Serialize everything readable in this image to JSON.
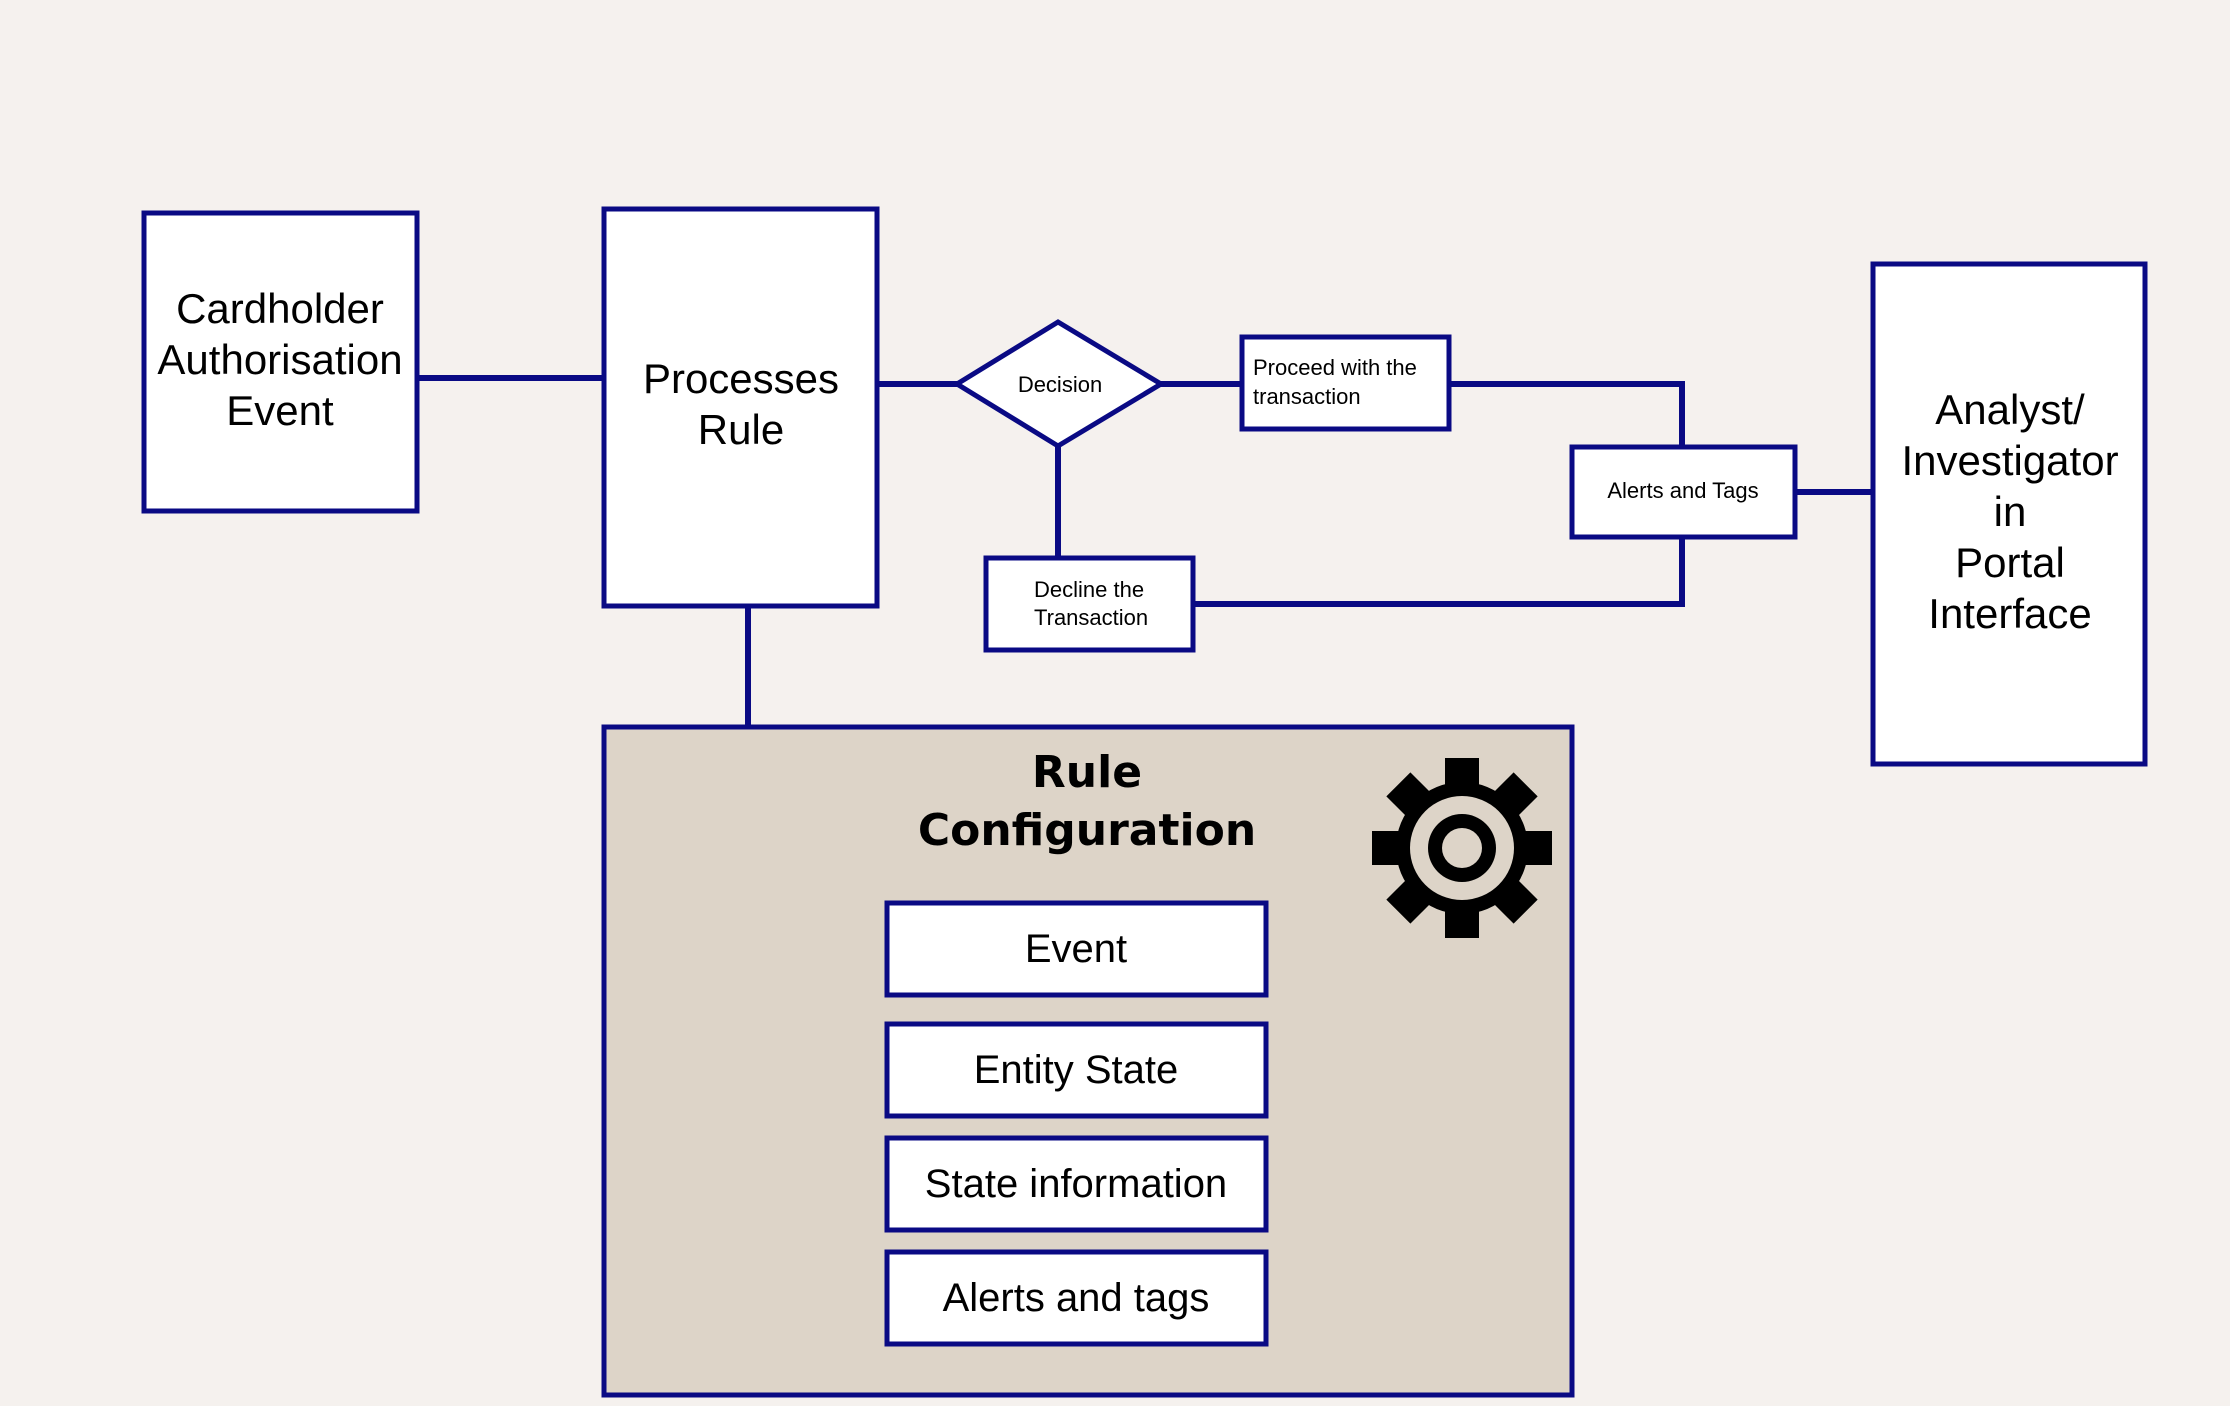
{
  "nodes": {
    "cardholder": {
      "lines": [
        "Cardholder",
        "Authorisation",
        "Event"
      ]
    },
    "processes_rule": {
      "lines": [
        "Processes",
        "Rule"
      ]
    },
    "decision": {
      "label": "Decision"
    },
    "proceed": {
      "lines": [
        "Proceed with the",
        "transaction"
      ]
    },
    "decline": {
      "lines": [
        "Decline the",
        "Transaction"
      ]
    },
    "alerts_tags": {
      "label": "Alerts and Tags"
    },
    "analyst": {
      "lines": [
        "Analyst/",
        "Investigator",
        "in",
        "Portal",
        "Interface"
      ]
    }
  },
  "rule_configuration": {
    "title_lines": [
      "Rule",
      "Configuration"
    ],
    "icon": "gear-icon",
    "items": [
      "Event",
      "Entity State",
      "State information",
      "Alerts and tags"
    ]
  },
  "colors": {
    "background": "#f5f1ee",
    "stroke": "#0a0a84",
    "panel": "#ddd4c8"
  }
}
